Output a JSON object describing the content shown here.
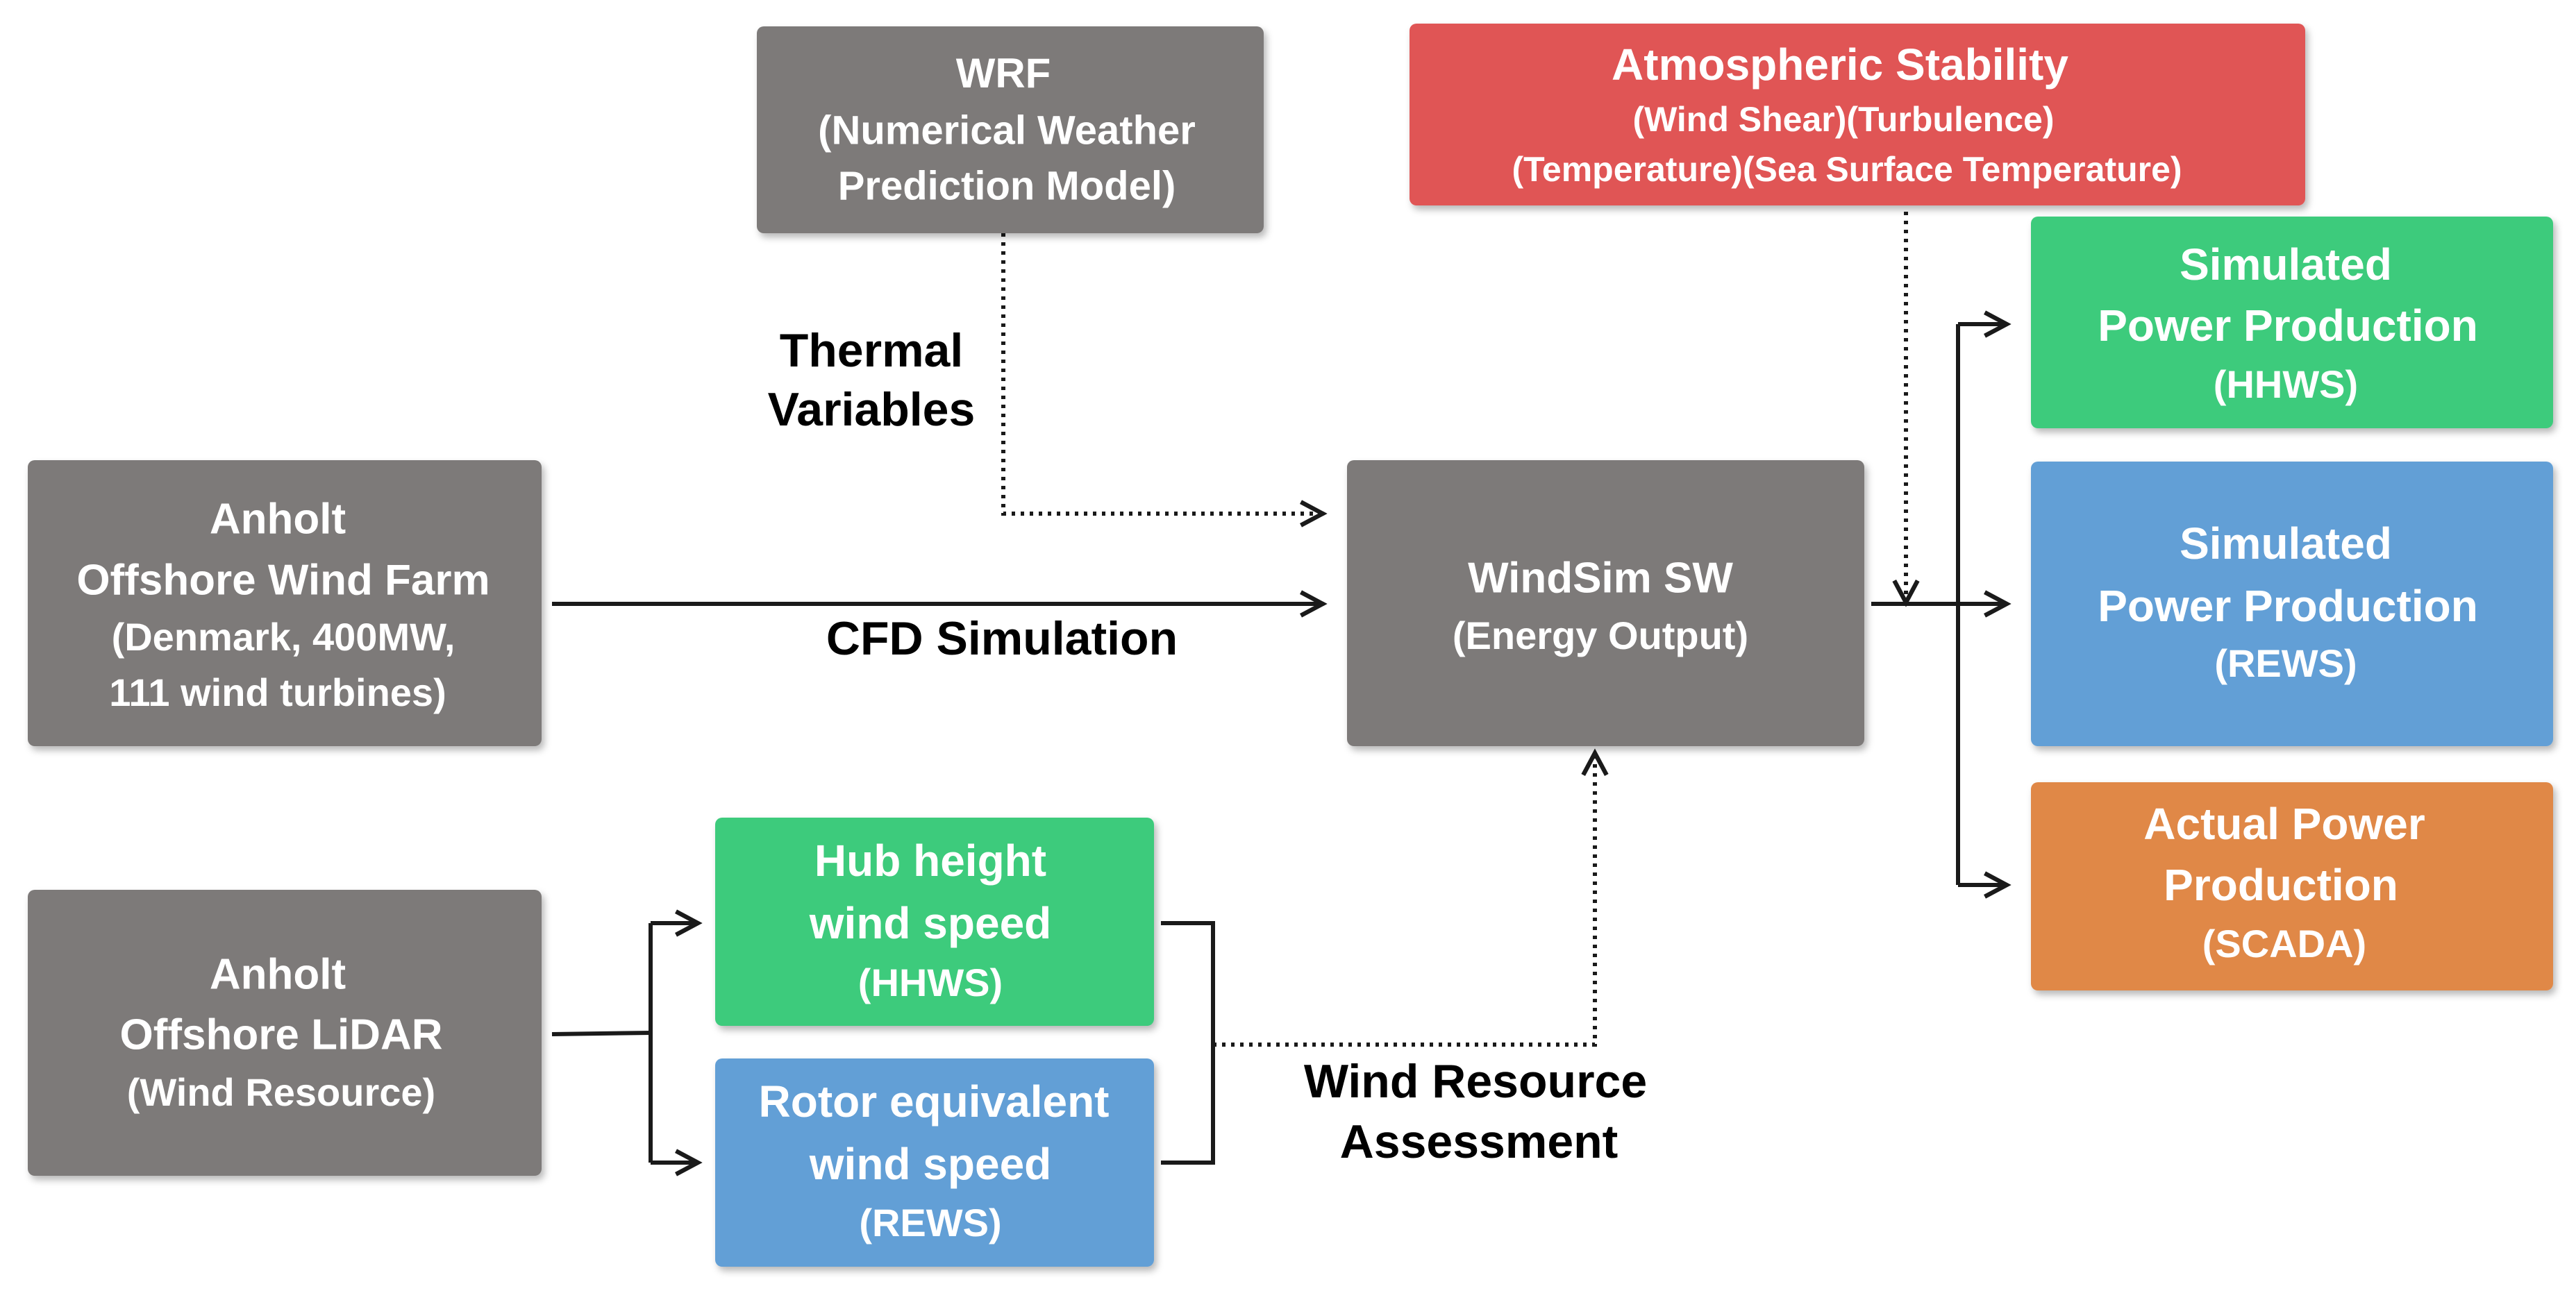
{
  "colors": {
    "gray": "#7d7a79",
    "red": "#e05555",
    "green": "#3ecb7b",
    "blue": "#629fd6",
    "orange": "#e08846",
    "arrow": "#1a1a1a"
  },
  "boxes": {
    "wrf": {
      "line1": "WRF",
      "line2": "(Numerical Weather",
      "line3": "Prediction Model)"
    },
    "stability": {
      "line1": "Atmospheric Stability",
      "line2": "(Wind Shear)(Turbulence)",
      "line3": "(Temperature)(Sea Surface Temperature)"
    },
    "farm": {
      "line1": "Anholt",
      "line2": "Offshore Wind Farm",
      "line3": "(Denmark, 400MW,",
      "line4": "111 wind turbines)"
    },
    "windsim": {
      "line1": "WindSim SW",
      "line2": "(Energy Output)"
    },
    "sim_hhws": {
      "line1": "Simulated",
      "line2": "Power Production",
      "line3": "(HHWS)"
    },
    "sim_rews": {
      "line1": "Simulated",
      "line2": "Power Production",
      "line3": "(REWS)"
    },
    "actual": {
      "line1": "Actual Power",
      "line2": "Production",
      "line3": "(SCADA)"
    },
    "lidar": {
      "line1": "Anholt",
      "line2": "Offshore LiDAR",
      "line3": "(Wind Resource)"
    },
    "hub": {
      "line1": "Hub height",
      "line2": "wind speed",
      "line3": "(HHWS)"
    },
    "rotor": {
      "line1": "Rotor equivalent",
      "line2": "wind speed",
      "line3": "(REWS)"
    }
  },
  "labels": {
    "thermal_line1": "Thermal",
    "thermal_line2": "Variables",
    "cfd": "CFD Simulation",
    "wra_line1": "Wind Resource",
    "wra_line2": "Assessment"
  }
}
